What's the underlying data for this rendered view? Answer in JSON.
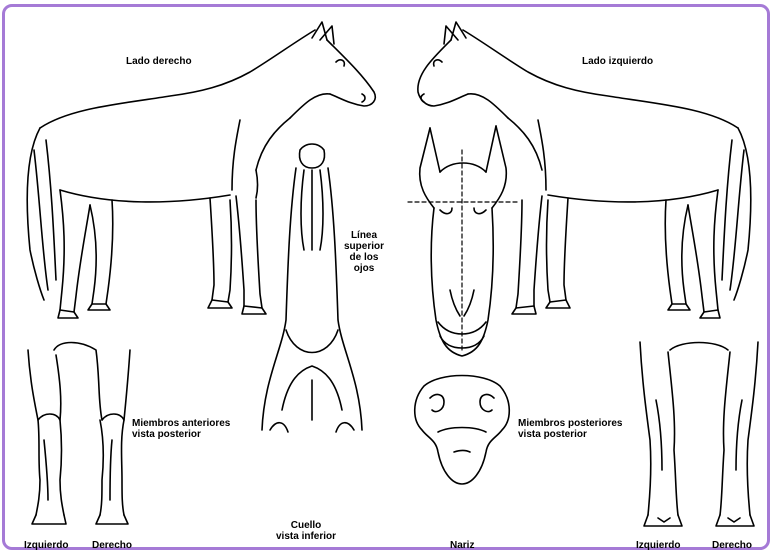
{
  "labels": {
    "right_side": "Lado derecho",
    "left_side": "Lado izquierdo",
    "eye_line": [
      "Línea",
      "superior",
      "de los",
      "ojos"
    ],
    "forelimbs": [
      "Miembros anteriores",
      "vista posterior"
    ],
    "hindlimbs": [
      "Miembros posteriores",
      "vista posterior"
    ],
    "neck": [
      "Cuello",
      "vista inferior"
    ],
    "muzzle": "Nariz",
    "left_fore": "Izquierdo",
    "right_fore": "Derecho",
    "left_hind": "Izquierdo",
    "right_hind": "Derecho"
  },
  "colors": {
    "frame": "#a57ad6",
    "line": "#000000"
  }
}
